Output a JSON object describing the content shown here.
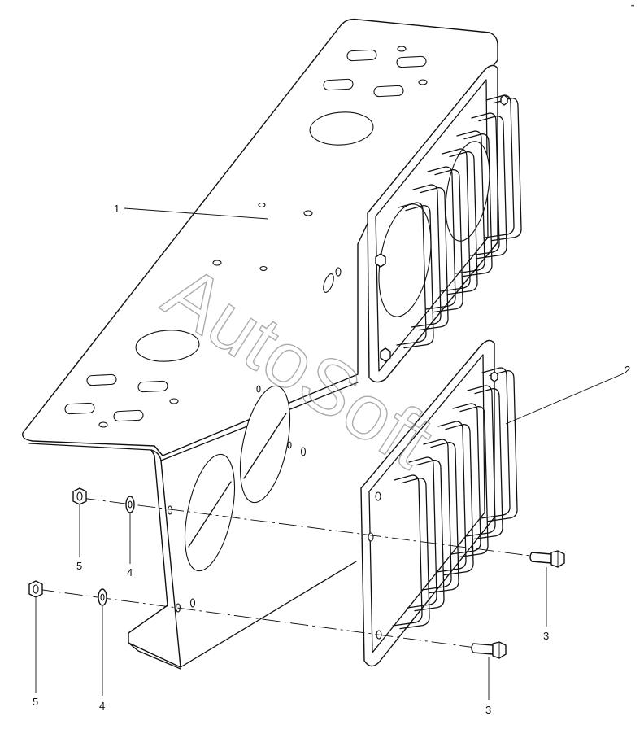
{
  "watermark": "AutoSoft",
  "corner_mark": "••",
  "callouts": [
    {
      "id": "c1",
      "text": "1"
    },
    {
      "id": "c2",
      "text": "2"
    },
    {
      "id": "c3a",
      "text": "3"
    },
    {
      "id": "c3b",
      "text": "3"
    },
    {
      "id": "c4a",
      "text": "4"
    },
    {
      "id": "c4b",
      "text": "4"
    },
    {
      "id": "c5a",
      "text": "5"
    },
    {
      "id": "c5b",
      "text": "5"
    }
  ]
}
